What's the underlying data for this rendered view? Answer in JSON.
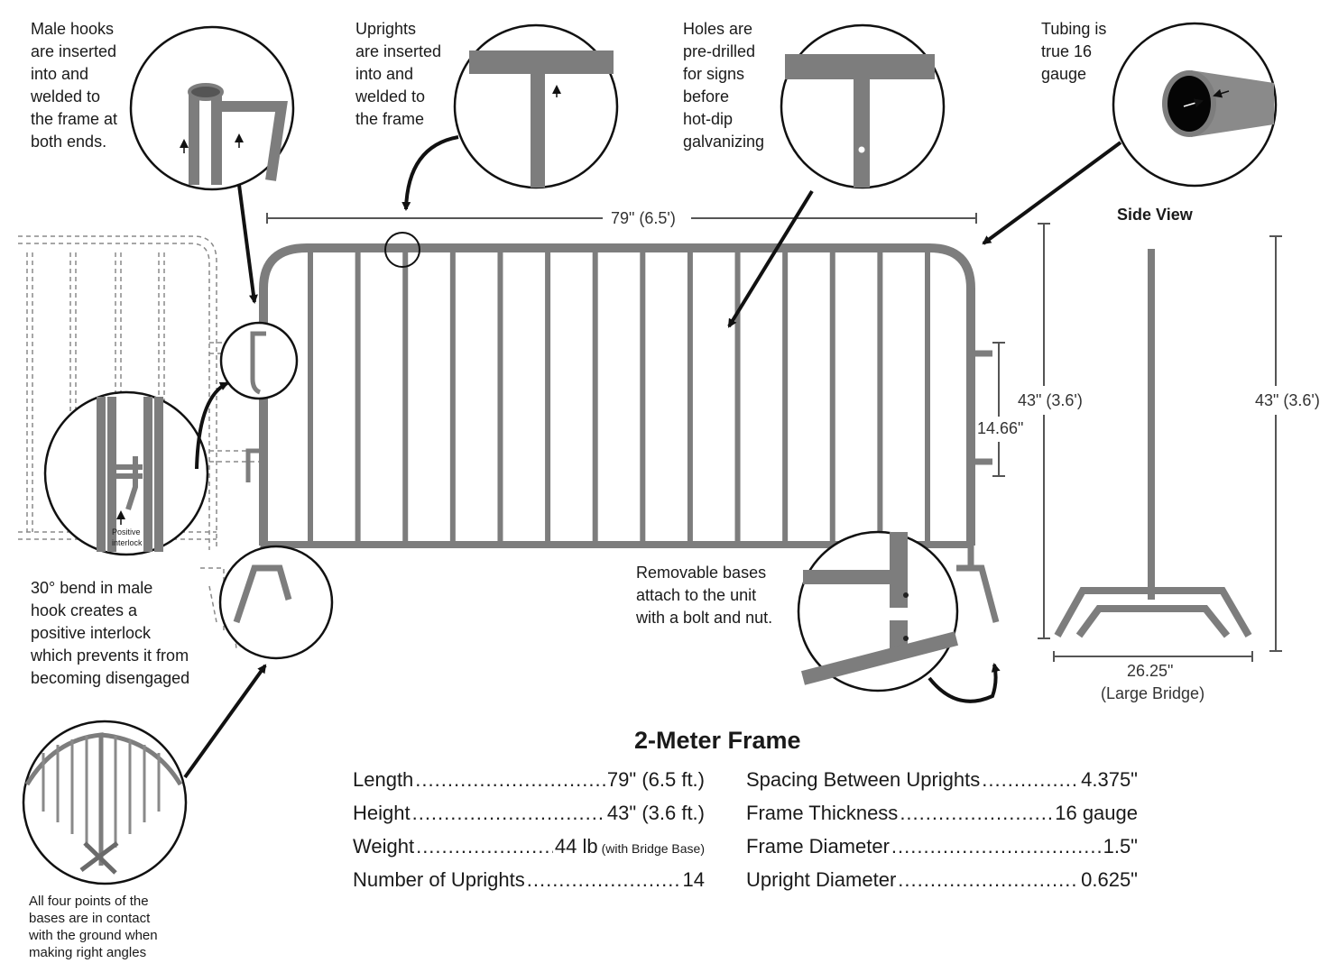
{
  "callouts": {
    "male_hooks": "Male hooks\nare inserted\ninto and\nwelded to\nthe frame at\nboth ends.",
    "uprights": "Uprights\nare inserted\ninto and\nwelded to\nthe frame",
    "holes": "Holes are\npre-drilled\nfor signs\nbefore\nhot-dip\ngalvanizing",
    "tubing": "Tubing is\ntrue 16\ngauge",
    "bend": "30° bend in male\nhook creates a\npositive interlock\nwhich prevents it from\nbecoming disengaged",
    "four_points": "All four points of the\nbases are in contact\nwith the ground when\nmaking right angles",
    "removable_bases": "Removable bases\nattach to the unit\nwith a bolt and nut.",
    "positive_interlock": "Positive\ninterlock"
  },
  "dimensions": {
    "length": "79\" (6.5')",
    "height_front": "43\" (3.6')",
    "hook_spacing": "14.66\"",
    "height_side": "43\" (3.6')",
    "base_width": "26.25\"",
    "base_type": "(Large Bridge)"
  },
  "side_view_label": "Side View",
  "specs": {
    "title": "2-Meter Frame",
    "left": [
      {
        "label": "Length",
        "value": "79\" (6.5 ft.)",
        "note": ""
      },
      {
        "label": "Height",
        "value": "43\" (3.6 ft.)",
        "note": ""
      },
      {
        "label": "Weight",
        "value": "44 lb",
        "note": "(with Bridge Base)"
      },
      {
        "label": "Number of Uprights",
        "value": "14",
        "note": ""
      }
    ],
    "right": [
      {
        "label": "Spacing Between Uprights",
        "value": "4.375\"",
        "note": ""
      },
      {
        "label": "Frame Thickness",
        "value": "16 gauge",
        "note": ""
      },
      {
        "label": "Frame Diameter",
        "value": "1.5\"",
        "note": ""
      },
      {
        "label": "Upright Diameter",
        "value": "0.625\"",
        "note": ""
      }
    ]
  },
  "colors": {
    "metal": "#7d7d7d",
    "metal_dark": "#5e5e5e",
    "line": "#111111",
    "dashed": "#8a8a8a"
  }
}
